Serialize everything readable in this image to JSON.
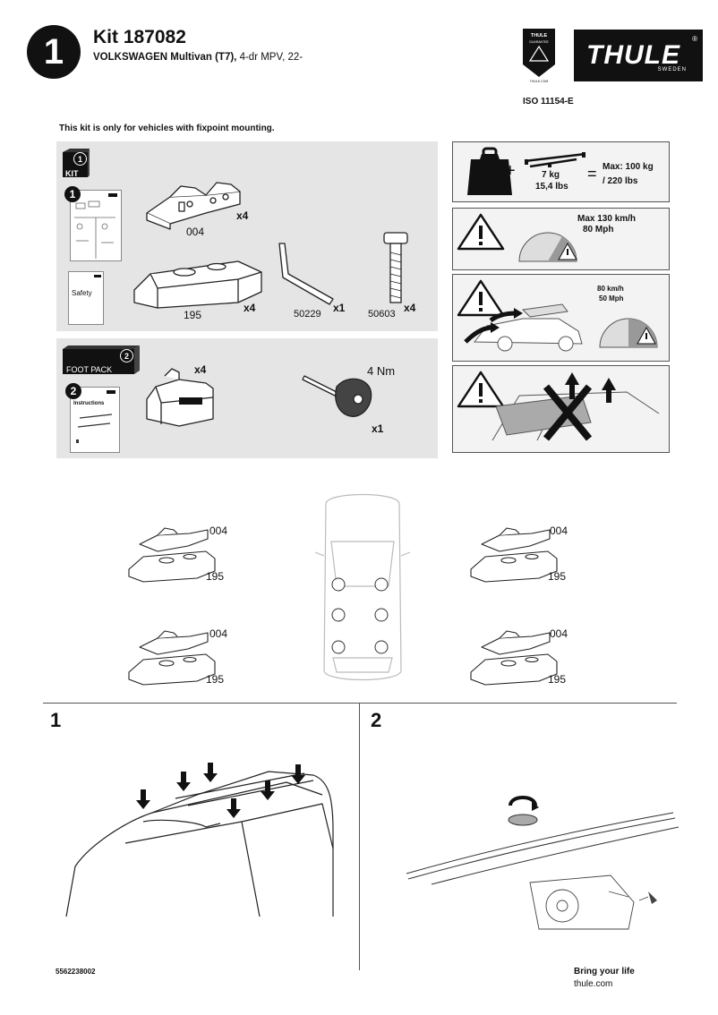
{
  "header": {
    "step": "1",
    "kit_title": "Kit 187082",
    "vehicle_bold": "VOLKSWAGEN Multivan (T7),",
    "vehicle_rest": " 4-dr MPV, 22-",
    "iso": "ISO 11154-E",
    "brand": "THULE",
    "brand_sub": "SWEDEN",
    "brand_reg": "®",
    "badge_top": "THULE",
    "badge_mid": "GUARANTEE",
    "badge_url": "THULE.COM"
  },
  "notice": "This kit is only for vehicles with fixpoint mounting.",
  "kit_box": {
    "badge_num": "1",
    "badge_label": "KIT",
    "booklet_num": "1",
    "safety_label": "Safety",
    "part_004_label": "004",
    "part_004_qty": "x4",
    "part_195_label": "195",
    "part_195_qty": "x4",
    "part_50229_label": "50229",
    "part_50229_qty": "x1",
    "part_50603_label": "50603",
    "part_50603_qty": "x4"
  },
  "foot_box": {
    "badge_num": "2",
    "badge_label": "FOOT PACK",
    "booklet_num": "2",
    "instructions_label": "Instructions",
    "foot_qty": "x4",
    "torque": "4 Nm",
    "tool_qty": "x1"
  },
  "warnings": {
    "load_weight_kg": "7 kg",
    "load_weight_lbs": "15,4 lbs",
    "load_max_kg": "Max: 100 kg",
    "load_max_lbs": "/ 220 lbs",
    "speed_max_kmh": "Max  130 km/h",
    "speed_max_mph": "80 Mph",
    "load_speed_kmh": "80 km/h",
    "load_speed_mph": "50 Mph"
  },
  "positions": {
    "label_004": "004",
    "label_195": "195"
  },
  "steps": {
    "step1": "1",
    "step2": "2"
  },
  "footer": {
    "code": "5562238002",
    "tagline": "Bring your life",
    "url": "thule.com"
  },
  "colors": {
    "panel_gray": "#e5e5e5",
    "ink": "#111111"
  }
}
